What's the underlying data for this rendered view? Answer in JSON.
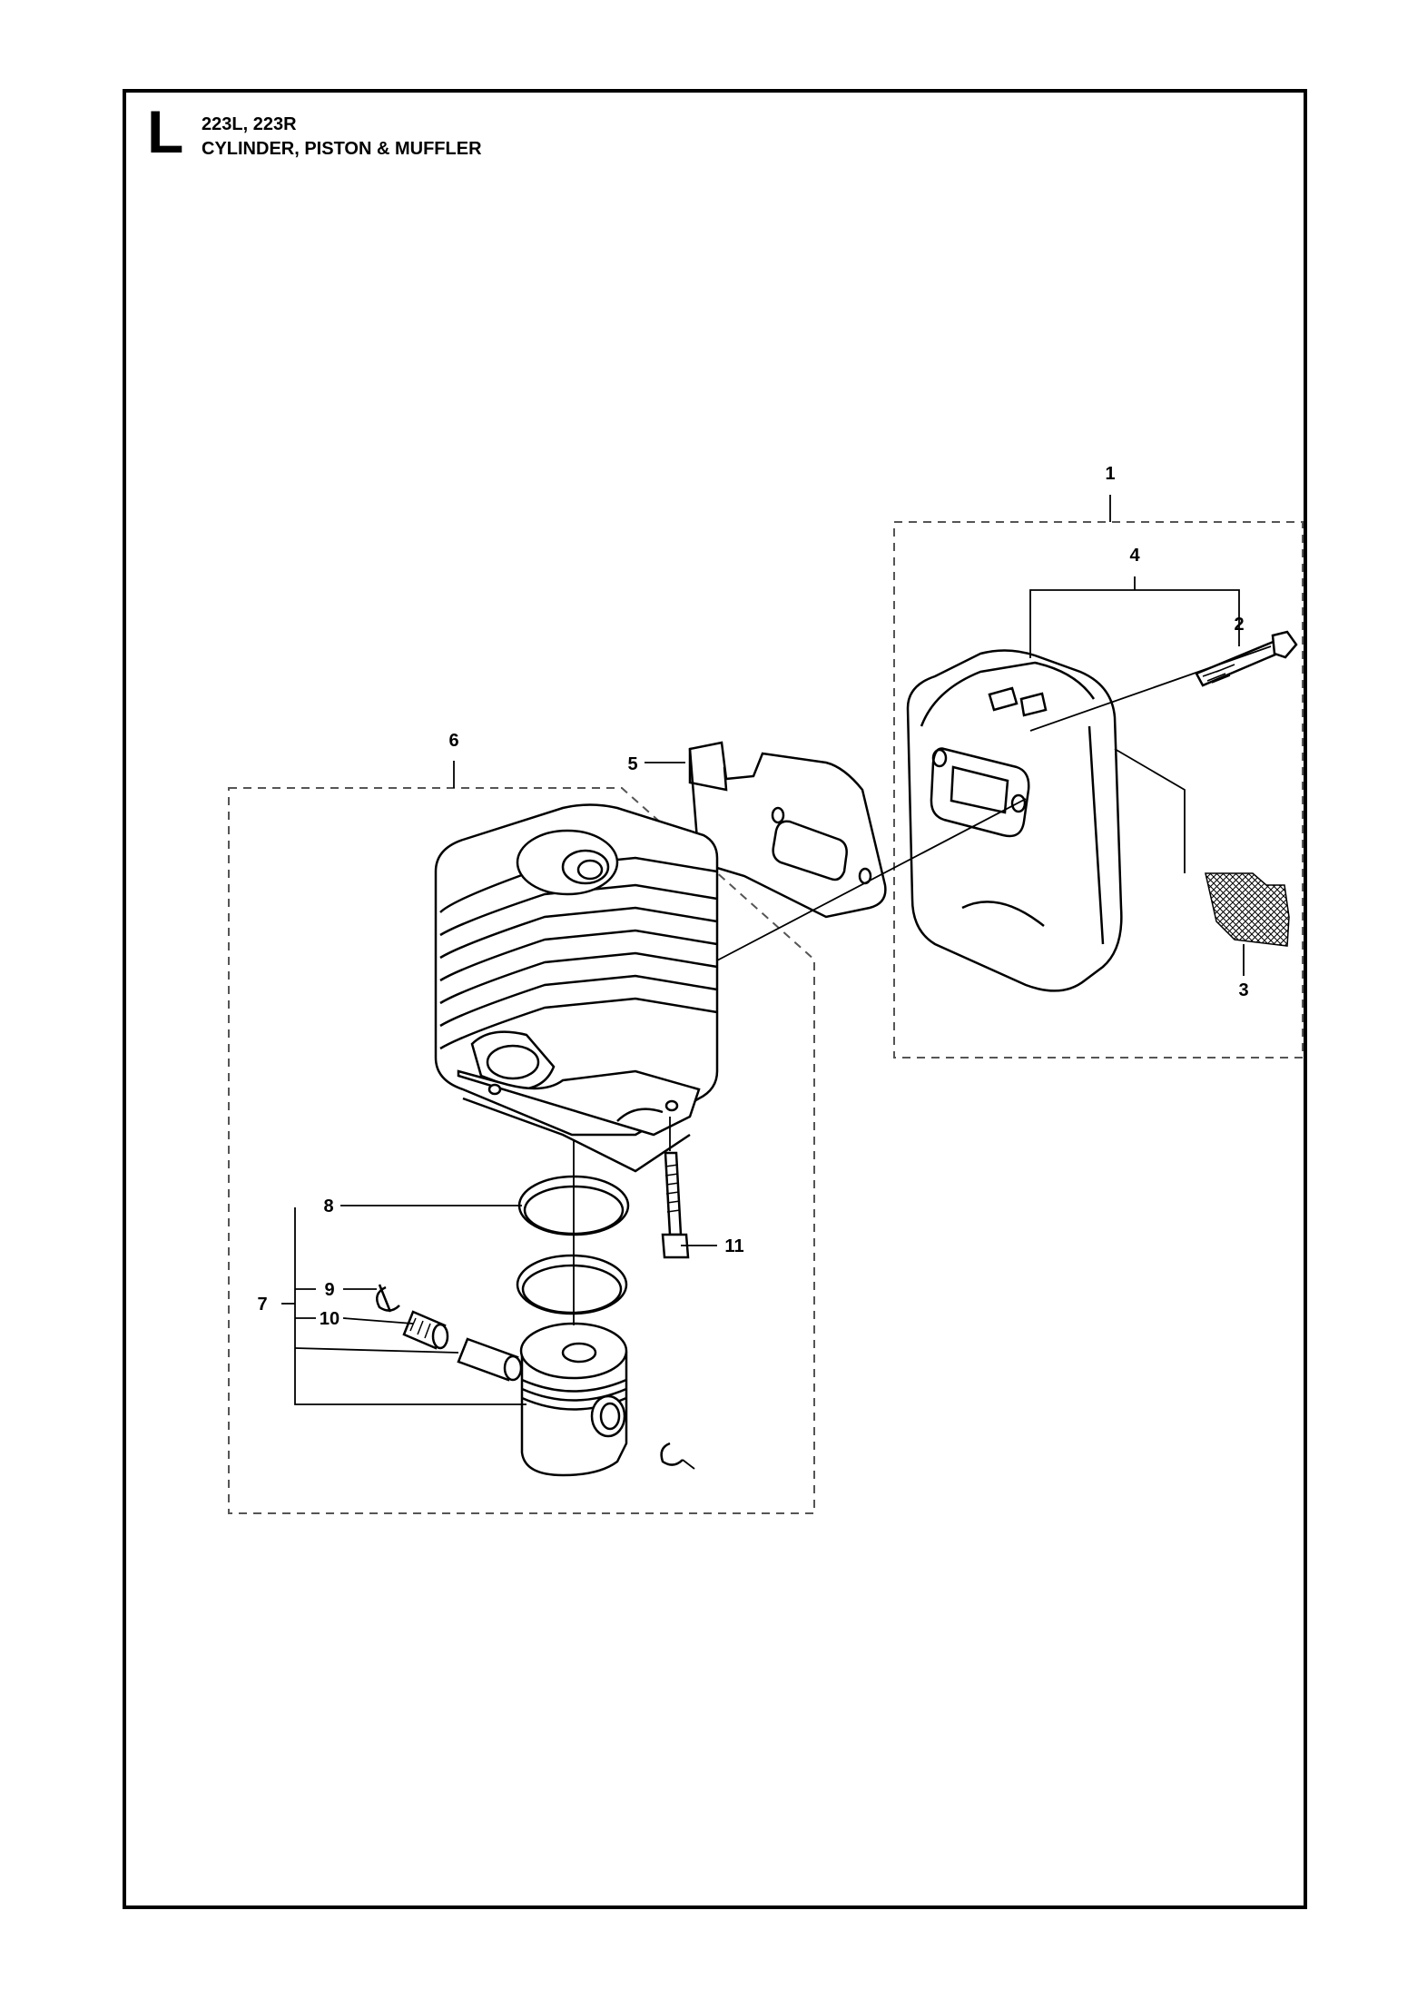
{
  "header": {
    "section_letter": "L",
    "models": "223L, 223R",
    "title": "CYLINDER, PISTON & MUFFLER"
  },
  "callouts": {
    "c1": "1",
    "c2": "2",
    "c3": "3",
    "c4": "4",
    "c5": "5",
    "c6": "6",
    "c7": "7",
    "c8": "8",
    "c9": "9",
    "c10": "10",
    "c11": "11"
  }
}
